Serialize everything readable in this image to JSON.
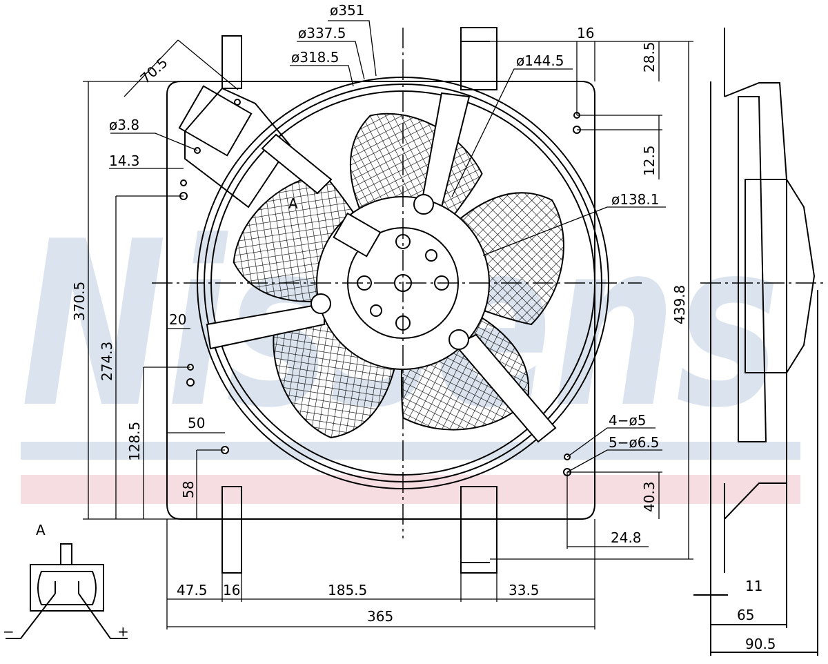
{
  "watermark": {
    "text": "Nissens",
    "band_blue": "#dbe4ee",
    "band_red": "#f5dde2"
  },
  "colors": {
    "line": "#000000",
    "mesh": "#000000"
  },
  "dimensions": {
    "d351": "ø351",
    "d337_5": "ø337.5",
    "d318_5": "ø318.5",
    "d144_5": "ø144.5",
    "d138_1": "ø138.1",
    "d3_8": "ø3.8",
    "a70_5": "70.5",
    "a14_3": "14.3",
    "a16_top": "16",
    "a28_5": "28.5",
    "a12_5": "12.5",
    "a370_5": "370.5",
    "a274_3": "274.3",
    "a128_5": "128.5",
    "a58": "58",
    "a20": "20",
    "a50": "50",
    "a439_8": "439.8",
    "holes4": "4−ø5",
    "holes5": "5−ø6.5",
    "a40_3": "40.3",
    "a24_8": "24.8",
    "b47_5": "47.5",
    "b16": "16",
    "b185_5": "185.5",
    "b33_5": "33.5",
    "b365": "365",
    "s11": "11",
    "s65": "65",
    "s90_5": "90.5"
  },
  "detail": {
    "label": "A",
    "minus": "−",
    "plus": "+",
    "section_mark": "A"
  }
}
